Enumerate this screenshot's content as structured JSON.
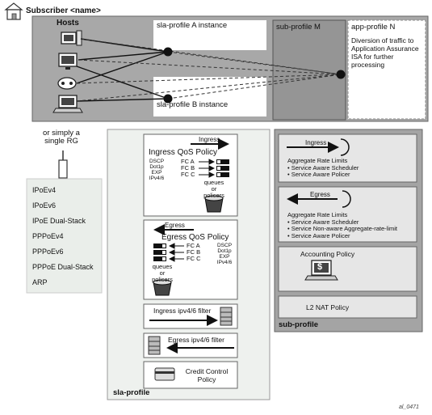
{
  "title": "Subscriber <name>",
  "hosts_label": "Hosts",
  "sla_a_label": "sla-profile A instance",
  "sla_b_label": "sla-profile B instance",
  "sub_m_label": "sub-profile M",
  "app_label": "app-profile N",
  "app_desc": "Diversion of traffic to Application Assurance ISA for further processing",
  "rg_text": "or simply a single RG",
  "host_types": [
    "IPoEv4",
    "IPoEv6",
    "IPoE Dual-Stack",
    "PPPoEv4",
    "PPPoEv6",
    "PPPoE Dual-Stack",
    "ARP"
  ],
  "sla_profile": {
    "label": "sla-profile",
    "ingress_arrow": "Ingress",
    "ingress_qos": "Ingress QoS Policy",
    "fields": [
      "DSCP",
      "Dot1p",
      "EXP",
      "IPv4/6"
    ],
    "fcs": [
      "FC A",
      "FC B",
      "FC C"
    ],
    "queues_label": "queues or policers",
    "egress_arrow": "Egress",
    "egress_qos": "Egress QoS Policy",
    "ingress_filter": "Ingress ipv4/6 filter",
    "egress_filter": "Egress ipv4/6 filter",
    "credit": "Credit Control Policy"
  },
  "sub_profile": {
    "label": "sub-profile",
    "ingress_arrow": "Ingress",
    "agg_title": "Aggregate Rate Limits",
    "ingress_items": [
      "• Service Aware Scheduler",
      "• Service Aware Policer"
    ],
    "egress_arrow": "Egress",
    "egress_items": [
      "• Service Aware Scheduler",
      "• Service Non-aware Aggregate-rate-limit",
      "• Service Aware Policer"
    ],
    "accounting": "Accounting Policy",
    "dollar": "$",
    "l2nat": "L2 NAT Policy"
  },
  "figure_id": "al_0471"
}
